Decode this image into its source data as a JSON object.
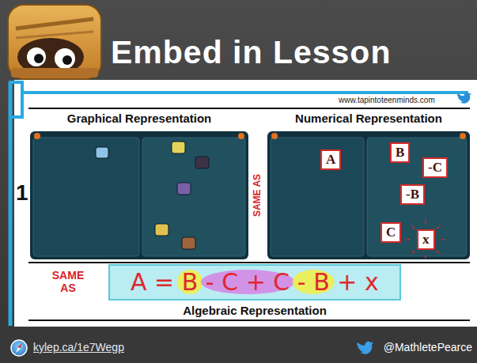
{
  "diagram": {
    "title": "Embed in Lesson",
    "nodes": [
      {
        "text": [
          "A"
        ]
      },
      {
        "text": [
          "B"
        ]
      },
      {
        "text": [
          "-C"
        ]
      },
      {
        "text": [
          "-B"
        ]
      },
      {
        "text": [
          "C"
        ]
      },
      {
        "text": [
          "x"
        ]
      },
      {
        "text": [
          "A = B - C + C - B + x"
        ]
      }
    ],
    "labels": [
      "www.tapintoteenminds.com",
      "Graphical Representation",
      "Numerical Representation",
      "1",
      "SAME AS",
      "SAME AS",
      "Algebraic Representation",
      "kylep.ca/1e7Wegp",
      "@MathletePearce"
    ]
  }
}
